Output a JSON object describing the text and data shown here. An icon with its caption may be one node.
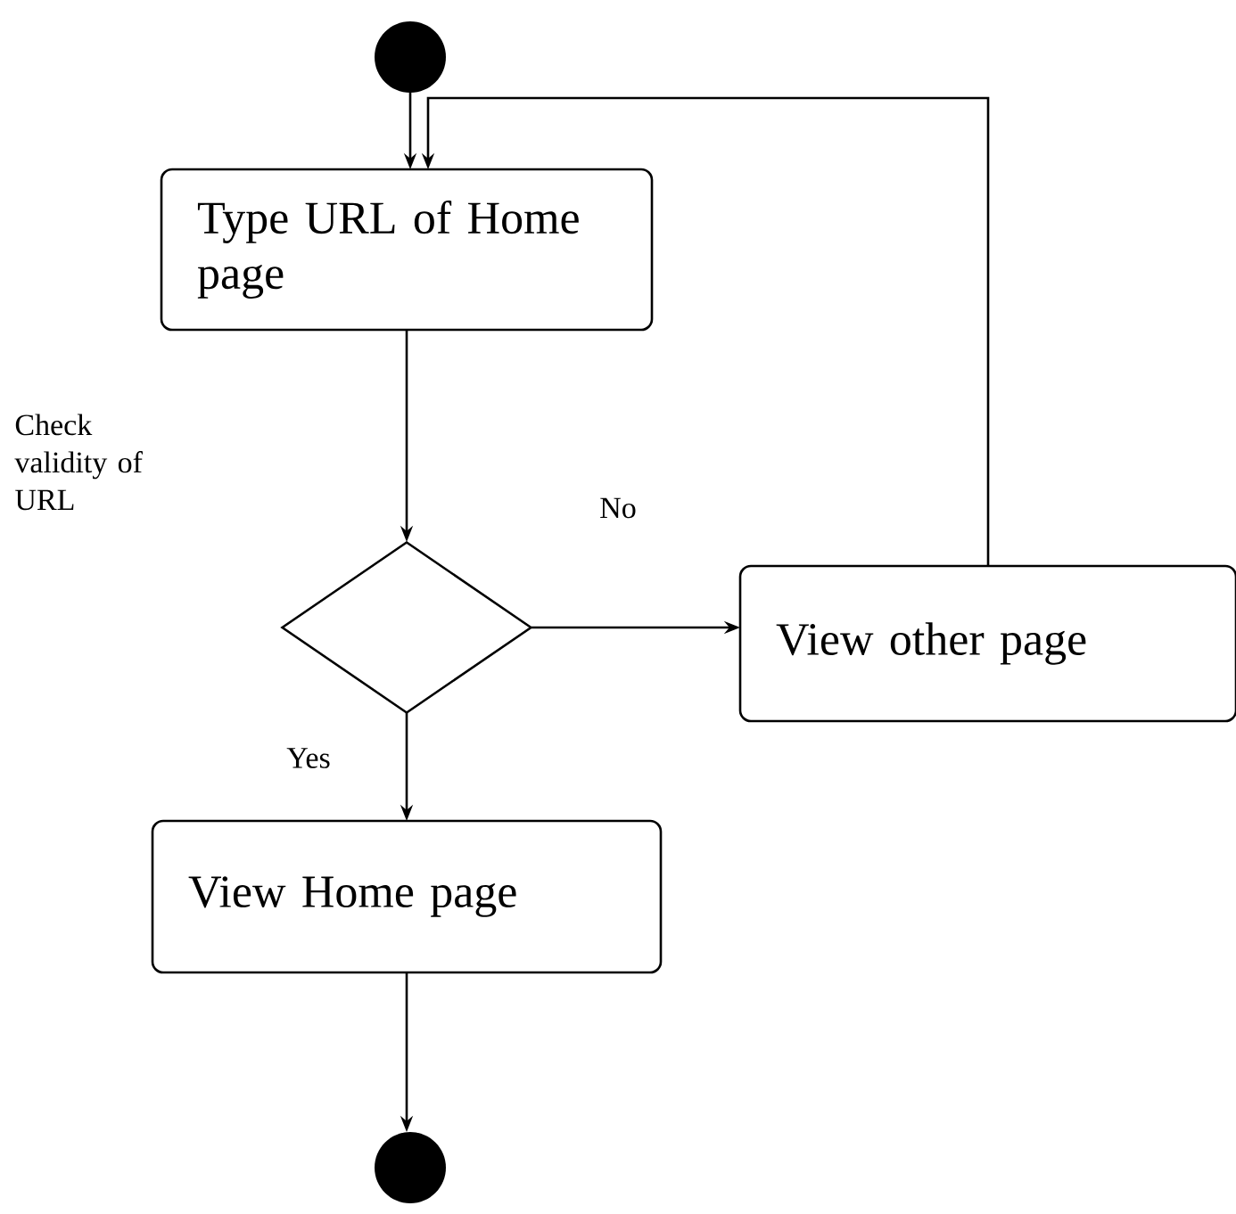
{
  "diagram": {
    "nodes": [
      {
        "text": [],
        "shape": "circle"
      },
      {
        "text": [
          "Type URL of Home page"
        ]
      },
      {
        "text": [],
        "shape": "diamond"
      },
      {
        "text": [
          "View other page"
        ]
      },
      {
        "text": [
          "View Home page"
        ]
      },
      {
        "text": [],
        "shape": "circle"
      }
    ],
    "edges": [
      {
        "from": 0,
        "to": 1,
        "arrow": "to"
      },
      {
        "from": 1,
        "to": 2,
        "arrow": "to"
      },
      {
        "from": 2,
        "to": 3,
        "arrow": "to",
        "label": "No"
      },
      {
        "from": 2,
        "to": 4,
        "arrow": "to",
        "label": "Yes"
      },
      {
        "from": 4,
        "to": 5,
        "arrow": "to"
      },
      {
        "from": 3,
        "to": 1,
        "arrow": "to"
      }
    ],
    "labels": [
      "Check validity of URL"
    ]
  }
}
